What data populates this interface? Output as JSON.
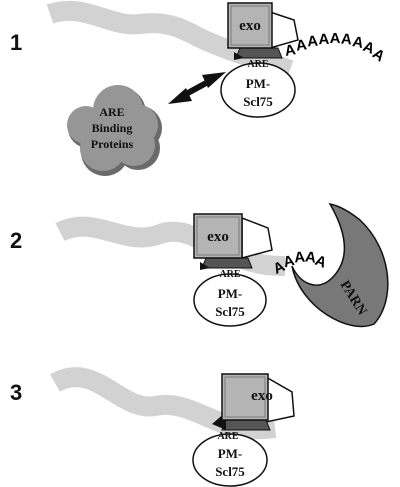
{
  "panels": [
    {
      "number": "1",
      "exo": "exo",
      "are": "ARE",
      "pm": "PM-",
      "scl": "Scl75",
      "polya": [
        "A",
        "A",
        "A",
        "A",
        "A",
        "A",
        "A",
        "A",
        "A"
      ],
      "binding": [
        "ARE",
        "Binding",
        "Proteins"
      ]
    },
    {
      "number": "2",
      "exo": "exo",
      "are": "ARE",
      "pm": "PM-",
      "scl": "Scl75",
      "polya": [
        "A",
        "A",
        "A",
        "A",
        "A"
      ],
      "parn": "PARN"
    },
    {
      "number": "3",
      "exo": "exo",
      "are": "ARE",
      "pm": "PM-",
      "scl": "Scl75"
    }
  ],
  "colors": {
    "rna": "#d2d2d2",
    "exo_box": "#b4b4b4",
    "exo_base": "#555555",
    "pm_fill": "#ffffff",
    "binding_cloud": "#8f8f8f",
    "parn": "#787878",
    "arrow": "#111111",
    "stroke": "#111111"
  }
}
